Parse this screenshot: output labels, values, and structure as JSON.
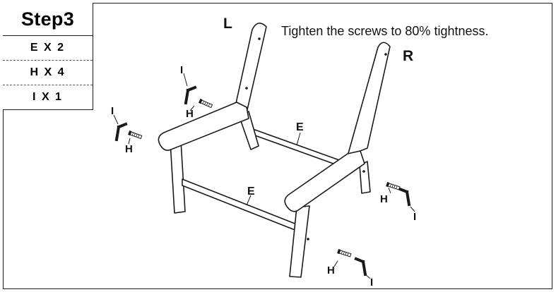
{
  "step": {
    "title": "Step3",
    "parts": [
      "E X 2",
      "H X 4",
      "I X 1"
    ]
  },
  "instruction": "Tighten the screws to 80% tightness.",
  "side_labels": {
    "left": "L",
    "right": "R"
  },
  "part_labels": {
    "stretcher": "E",
    "screw": "H",
    "wrench": "I"
  },
  "colors": {
    "line": "#1a1a1a",
    "background": "#ffffff"
  }
}
